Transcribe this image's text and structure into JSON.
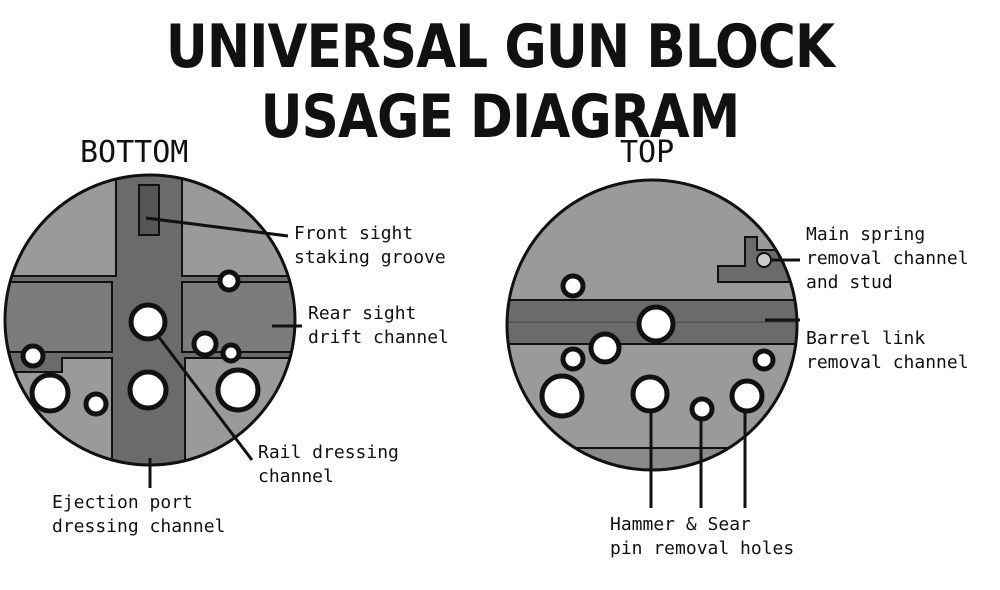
{
  "title": "UNIVERSAL GUN BLOCK USAGE DIAGRAM",
  "views": {
    "bottom": {
      "label": "BOTTOM",
      "callouts": {
        "front_sight": [
          "Front sight",
          "staking groove"
        ],
        "rear_sight": [
          "Rear sight",
          "drift channel"
        ],
        "rail_dressing": [
          "Rail dressing",
          "channel"
        ],
        "ejection_port": [
          "Ejection port",
          "dressing channel"
        ]
      }
    },
    "top": {
      "label": "TOP",
      "callouts": {
        "main_spring": [
          "Main spring",
          "removal channel",
          "and stud"
        ],
        "barrel_link": [
          "Barrel link",
          "removal channel"
        ],
        "hammer_sear": [
          "Hammer & Sear",
          "pin removal holes"
        ]
      }
    }
  },
  "colors": {
    "face": "#9a9a9a",
    "channel": "#6b6b6b",
    "outline": "#111111",
    "hole": "#ffffff",
    "hole_shadow": "#111111"
  }
}
